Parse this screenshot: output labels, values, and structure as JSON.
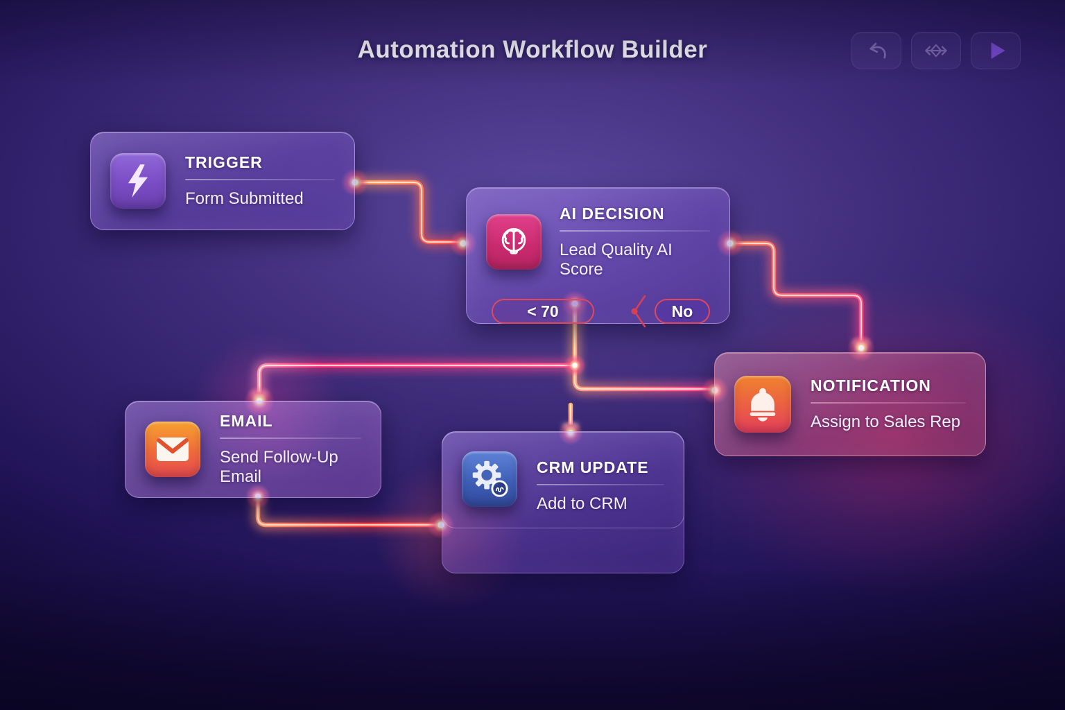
{
  "app": {
    "title": "Automation Workflow Builder"
  },
  "toolbar": {
    "buttons": [
      {
        "name": "undo-button",
        "icon": "undo-icon"
      },
      {
        "name": "branch-button",
        "icon": "branch-arrows-icon"
      },
      {
        "name": "run-button",
        "icon": "play-icon"
      }
    ]
  },
  "nodes": {
    "trigger": {
      "title": "TRIGGER",
      "subtitle": "Form Submitted",
      "icon": "lightning-icon",
      "tile_color": "#7a4cc4"
    },
    "ai_decision": {
      "title": "AI DECISION",
      "subtitle": "Lead Quality AI Score",
      "icon": "brain-icon",
      "tile_color": "#c92a6e",
      "badges": {
        "condition": "< 70",
        "answer": "No"
      }
    },
    "notification": {
      "title": "NOTIFICATION",
      "subtitle": "Assign to Sales Rep",
      "icon": "bell-icon",
      "tile_color": "#ea5a46"
    },
    "email": {
      "title": "EMAIL",
      "subtitle": "Send Follow-Up Email",
      "icon": "envelope-icon",
      "tile_color": "#ef6a3c"
    },
    "crm_update": {
      "title": "CRM UPDATE",
      "subtitle": "Add to CRM",
      "icon": "gear-icon",
      "tile_color": "#3c5cb4"
    }
  },
  "connections": [
    {
      "from": "trigger",
      "to": "ai_decision"
    },
    {
      "from": "ai_decision",
      "to": "notification"
    },
    {
      "from": "ai_decision",
      "to": "email",
      "branch": "< 70"
    },
    {
      "from": "ai_decision",
      "to": "crm_update",
      "branch": "< 70"
    },
    {
      "from": "ai_decision",
      "to": "notification",
      "branch": "< 70"
    },
    {
      "from": "email",
      "to": "crm_update"
    }
  ],
  "colors": {
    "background_center": "#5a489e",
    "background_edge": "#120a38",
    "wire_orange": "#ff9a5a",
    "wire_red": "#ff4040",
    "wire_pink": "#ff3f8e",
    "badge_border": "#e0485c"
  }
}
